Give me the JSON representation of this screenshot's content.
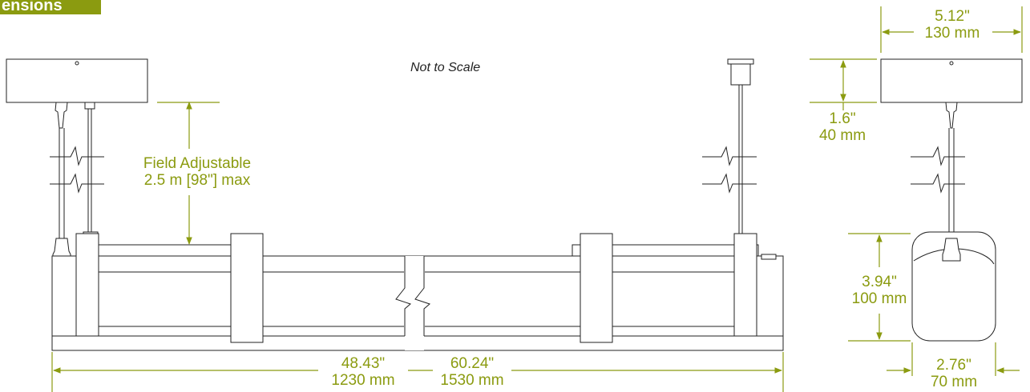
{
  "section_title": "ensions",
  "note": "Not to Scale",
  "colors": {
    "accent": "#8b9b10",
    "line": "#222222"
  },
  "dims": {
    "suspension": {
      "line1": "Field Adjustable",
      "line2": "2.5 m [98\"] max"
    },
    "canopy_width": {
      "inch": "5.12\"",
      "mm": "130 mm"
    },
    "canopy_height": {
      "inch": "1.6\"",
      "mm": "40 mm"
    },
    "body_height": {
      "inch": "3.94\"",
      "mm": "100 mm"
    },
    "body_width": {
      "inch": "2.76\"",
      "mm": "70 mm"
    },
    "length_a": {
      "inch": "48.43\"",
      "mm": "1230 mm"
    },
    "length_b": {
      "inch": "60.24\"",
      "mm": "1530 mm"
    }
  }
}
